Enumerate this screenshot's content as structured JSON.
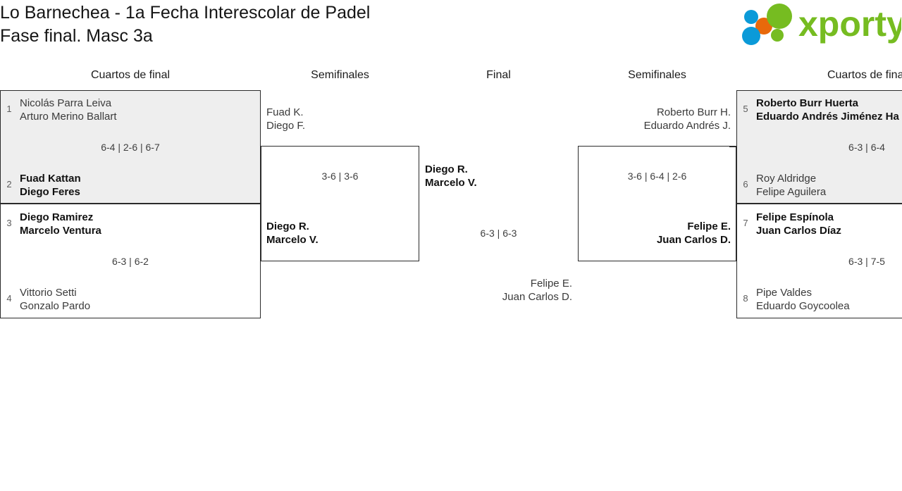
{
  "header": {
    "title_line1": "Lo Barnechea - 1a Fecha Interescolar de Padel",
    "title_line2": "Fase final. Masc 3a",
    "logo_text": "xporty",
    "logo_colors": {
      "green": "#76bc21",
      "blue": "#0b9ad8",
      "orange": "#e8690b"
    }
  },
  "rounds": {
    "qf_left": "Cuartos de final",
    "sf_left": "Semifinales",
    "final": "Final",
    "sf_right": "Semifinales",
    "qf_right": "Cuartos de final"
  },
  "colors": {
    "shaded_match_bg": "#eeeeee",
    "border": "#2b2b2b",
    "winner_text": "#111111",
    "loser_text": "#3a3a3a",
    "seed_text": "#5c5c5c"
  },
  "bracket": {
    "qf_left": [
      {
        "score": "6-4 | 2-6 | 6-7",
        "shaded": true,
        "top": {
          "seed": "1",
          "line1": "Nicolás Parra Leiva",
          "line2": "Arturo Merino Ballart",
          "winner": false
        },
        "bottom": {
          "seed": "2",
          "line1": "Fuad Kattan",
          "line2": "Diego Feres",
          "winner": true
        }
      },
      {
        "score": "6-3 | 6-2",
        "shaded": false,
        "top": {
          "seed": "3",
          "line1": "Diego Ramirez",
          "line2": "Marcelo Ventura",
          "winner": true
        },
        "bottom": {
          "seed": "4",
          "line1": "Vittorio Setti",
          "line2": "Gonzalo Pardo",
          "winner": false
        }
      }
    ],
    "sf_left": {
      "score": "3-6 | 3-6",
      "top": {
        "line1": "Fuad K.",
        "line2": "Diego F.",
        "winner": false
      },
      "bottom": {
        "line1": "Diego R.",
        "line2": "Marcelo V.",
        "winner": true
      }
    },
    "final": {
      "score": "6-3 | 6-3",
      "top": {
        "line1": "Diego R.",
        "line2": "Marcelo V.",
        "winner": true
      },
      "bottom": {
        "line1": "Felipe E.",
        "line2": "Juan Carlos D.",
        "winner": false
      }
    },
    "sf_right": {
      "score": "3-6 | 6-4 | 2-6",
      "top": {
        "line1": "Roberto Burr H.",
        "line2": "Eduardo Andrés J.",
        "winner": false
      },
      "bottom": {
        "line1": "Felipe E.",
        "line2": "Juan Carlos D.",
        "winner": true
      }
    },
    "qf_right": [
      {
        "score": "6-3 | 6-4",
        "shaded": true,
        "top": {
          "seed": "5",
          "line1": "Roberto Burr Huerta",
          "line2": "Eduardo Andrés Jiménez Ha",
          "winner": true
        },
        "bottom": {
          "seed": "6",
          "line1": "Roy Aldridge",
          "line2": "Felipe Aguilera",
          "winner": false
        }
      },
      {
        "score": "6-3 | 7-5",
        "shaded": false,
        "top": {
          "seed": "7",
          "line1": "Felipe Espínola",
          "line2": "Juan Carlos Díaz",
          "winner": true
        },
        "bottom": {
          "seed": "8",
          "line1": "Pipe Valdes",
          "line2": "Eduardo Goycoolea",
          "winner": false
        }
      }
    ]
  }
}
